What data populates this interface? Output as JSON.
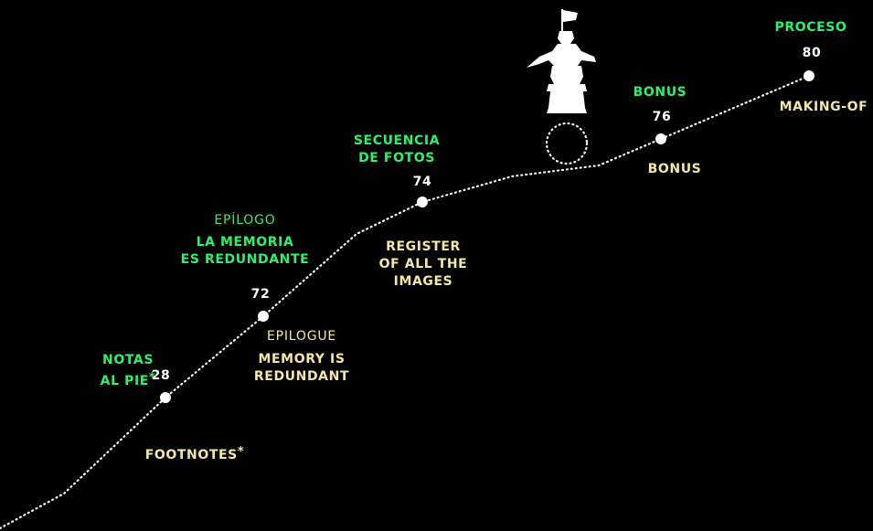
{
  "colors": {
    "background": "#000000",
    "spanish_label": "#2bf26a",
    "english_label": "#f5e7a6",
    "numbers": "#ffffff",
    "path": "#ffffff"
  },
  "nodes": [
    {
      "id": "notas",
      "page": "28",
      "es_label": "NOTAS\nAL PIE",
      "es_star": "*",
      "en_label": "FOOTNOTES",
      "en_star": "*"
    },
    {
      "id": "epilogo",
      "page": "72",
      "es_section": "EPÍLOGO",
      "es_label": "LA MEMORIA\nES REDUNDANTE",
      "en_section": "EPILOGUE",
      "en_label": "MEMORY IS\nREDUNDANT"
    },
    {
      "id": "secuencia",
      "page": "74",
      "es_label": "SECUENCIA\nDE FOTOS",
      "en_label": "REGISTER\nOF ALL THE\nIMAGES"
    },
    {
      "id": "bonus",
      "page": "76",
      "es_label": "BONUS",
      "en_label": "BONUS"
    },
    {
      "id": "proceso",
      "page": "80",
      "es_label": "PROCESO",
      "en_label": "MAKING-OF"
    }
  ],
  "illustration": {
    "icon": "statue-with-flag-icon",
    "ring": "dotted-circle-icon"
  }
}
